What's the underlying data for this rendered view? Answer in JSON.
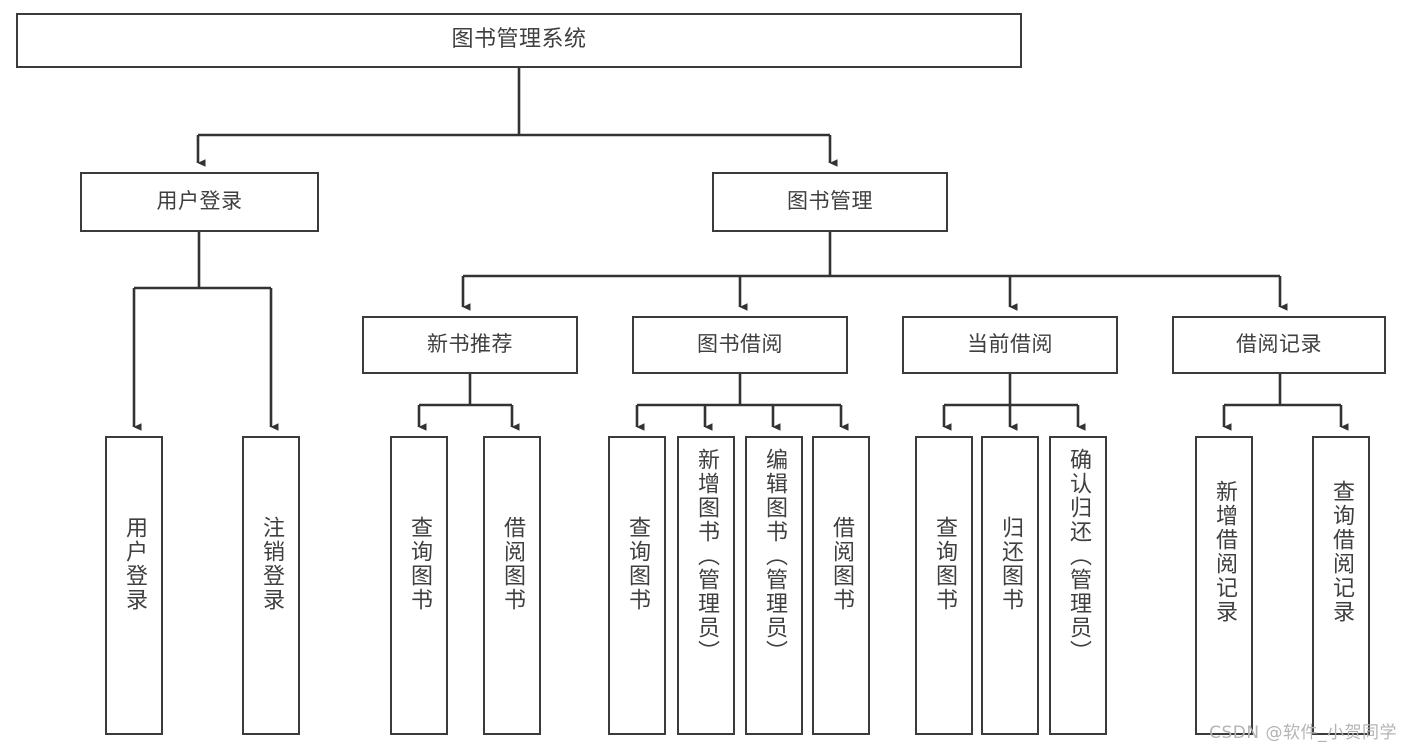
{
  "diagram": {
    "title_box": {
      "label": "图书管理系统"
    },
    "level2": [
      {
        "id": "user-login",
        "label": "用户登录"
      },
      {
        "id": "book-management",
        "label": "图书管理"
      }
    ],
    "level3": [
      {
        "id": "new-book-recommend",
        "label": "新书推荐"
      },
      {
        "id": "book-borrow",
        "label": "图书借阅"
      },
      {
        "id": "current-borrow",
        "label": "当前借阅"
      },
      {
        "id": "borrow-record",
        "label": "借阅记录"
      }
    ],
    "leaves": {
      "user_login": [
        {
          "id": "leaf-user-login",
          "label": "用户登录"
        },
        {
          "id": "leaf-logout",
          "label": "注销登录"
        }
      ],
      "new_book_recommend": [
        {
          "id": "leaf-query-book-1",
          "label": "查询图书"
        },
        {
          "id": "leaf-borrow-book-1",
          "label": "借阅图书"
        }
      ],
      "book_borrow": [
        {
          "id": "leaf-query-book-2",
          "label": "查询图书"
        },
        {
          "id": "leaf-add-book",
          "label": "新增图书（管理员）"
        },
        {
          "id": "leaf-edit-book",
          "label": "编辑图书（管理员）"
        },
        {
          "id": "leaf-borrow-book-2",
          "label": "借阅图书"
        }
      ],
      "current_borrow": [
        {
          "id": "leaf-query-book-3",
          "label": "查询图书"
        },
        {
          "id": "leaf-return-book",
          "label": "归还图书"
        },
        {
          "id": "leaf-confirm-return",
          "label": "确认归还（管理员）"
        }
      ],
      "borrow_record": [
        {
          "id": "leaf-add-record",
          "label": "新增借阅记录"
        },
        {
          "id": "leaf-query-record",
          "label": "查询借阅记录"
        }
      ]
    },
    "watermark": "CSDN @软件_小贺同学",
    "colors": {
      "box_border": "#3b3b3b",
      "text": "#3f3f3f",
      "link": "#333333",
      "background": "#ffffff",
      "watermark": "#b4b4b4"
    }
  }
}
